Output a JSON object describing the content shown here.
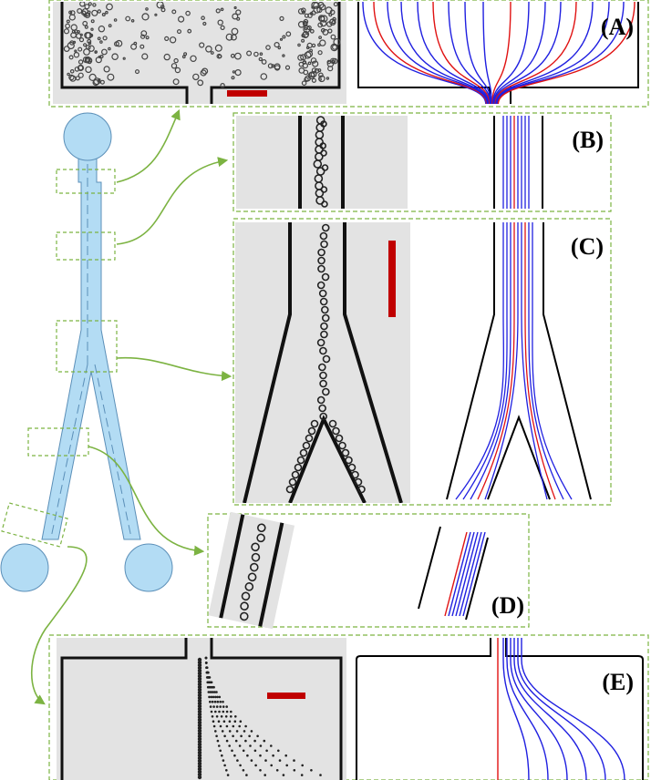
{
  "panels": {
    "a": {
      "label": "(A)"
    },
    "b": {
      "label": "(B)"
    },
    "c": {
      "label": "(C)"
    },
    "d": {
      "label": "(D)"
    },
    "e": {
      "label": "(E)"
    }
  },
  "colors": {
    "frame": "#7cb342",
    "channel_fill": "#b3dcf4",
    "channel_stroke": "#5b8fb8",
    "streamline_blue": "#1f1fe0",
    "streamline_red": "#e01212",
    "scale_bar": "#c00000",
    "micrograph_bg": "#e3e3e3",
    "wall": "#000000"
  },
  "icons": [
    "connector-arrow",
    "scale-bar",
    "particle"
  ]
}
